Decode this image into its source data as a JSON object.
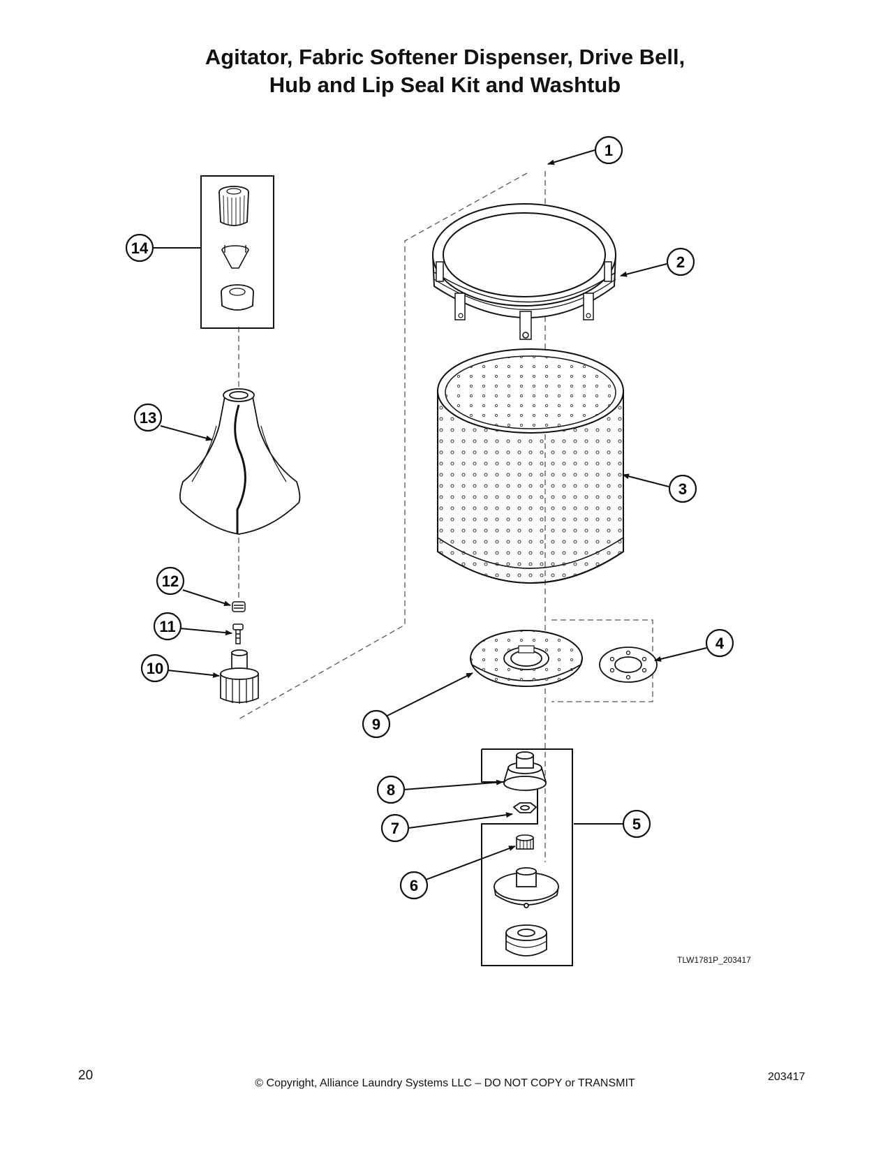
{
  "title": {
    "line1": "Agitator, Fabric Softener Dispenser, Drive Bell,",
    "line2": "Hub and Lip Seal Kit and Washtub"
  },
  "callouts": [
    "1",
    "2",
    "3",
    "4",
    "5",
    "6",
    "7",
    "8",
    "9",
    "10",
    "11",
    "12",
    "13",
    "14"
  ],
  "drawing_code": "TLW1781P_203417",
  "footer": {
    "page_number": "20",
    "copyright": "© Copyright, Alliance Laundry Systems LLC – DO NOT COPY or TRANSMIT",
    "doc_number": "203417"
  }
}
